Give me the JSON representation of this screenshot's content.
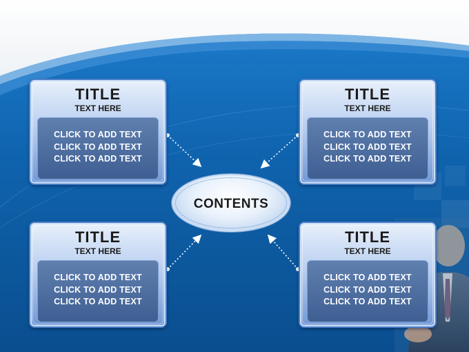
{
  "slide": {
    "center": {
      "label": "CONTENTS"
    },
    "cards": [
      {
        "title": "TITLE",
        "subtitle": "TEXT HERE",
        "lines": [
          "CLICK TO ADD TEXT",
          "CLICK TO ADD TEXT",
          "CLICK TO ADD TEXT"
        ]
      },
      {
        "title": "TITLE",
        "subtitle": "TEXT HERE",
        "lines": [
          "CLICK TO ADD TEXT",
          "CLICK TO ADD TEXT",
          "CLICK TO ADD TEXT"
        ]
      },
      {
        "title": "TITLE",
        "subtitle": "TEXT HERE",
        "lines": [
          "CLICK TO ADD TEXT",
          "CLICK TO ADD TEXT",
          "CLICK TO ADD TEXT"
        ]
      },
      {
        "title": "TITLE",
        "subtitle": "TEXT HERE",
        "lines": [
          "CLICK TO ADD TEXT",
          "CLICK TO ADD TEXT",
          "CLICK TO ADD TEXT"
        ]
      }
    ]
  },
  "colors": {
    "background_blue": "#0f5fa6",
    "background_white": "#ffffff",
    "card_body": "#4a6a9f",
    "text_dark": "#1a1a1a",
    "text_light": "#ffffff"
  }
}
